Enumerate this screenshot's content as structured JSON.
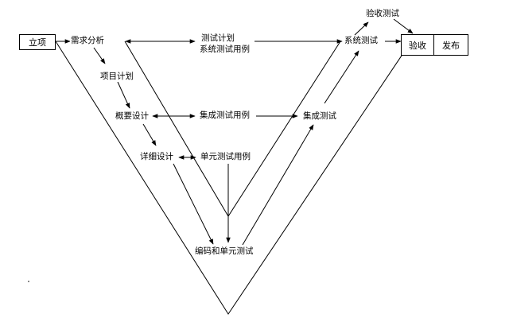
{
  "boxes": {
    "project_start": "立项",
    "acceptance": "验收",
    "release": "发布"
  },
  "left_branch": {
    "requirements_analysis": "需求分析",
    "project_plan": "项目计划",
    "high_level_design": "概要设计",
    "detailed_design": "详细设计"
  },
  "bottom": {
    "coding_unit_test": "编码和单元测试"
  },
  "middle": {
    "test_plan_line1": "测试计划",
    "test_plan_line2": "系统测试用例",
    "integration_test_cases": "集成测试用例",
    "unit_test_cases": "单元测试用例"
  },
  "right_branch": {
    "integration_test": "集成测试",
    "system_test": "系统测试",
    "acceptance_test": "验收测试"
  }
}
